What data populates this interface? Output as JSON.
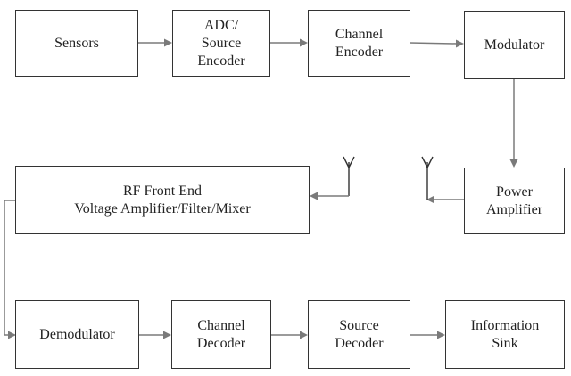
{
  "blocks": {
    "sensors": "Sensors",
    "adc_source_encoder": "ADC/\nSource\nEncoder",
    "channel_encoder": "Channel\nEncoder",
    "modulator": "Modulator",
    "power_amplifier": "Power\nAmplifier",
    "rf_front_end": "RF Front End\nVoltage Amplifier/Filter/Mixer",
    "demodulator": "Demodulator",
    "channel_decoder": "Channel\nDecoder",
    "source_decoder": "Source\nDecoder",
    "information_sink": "Information\nSink"
  },
  "colors": {
    "box_border": "#333333",
    "arrow": "#7a7a7a",
    "text": "#222222"
  }
}
